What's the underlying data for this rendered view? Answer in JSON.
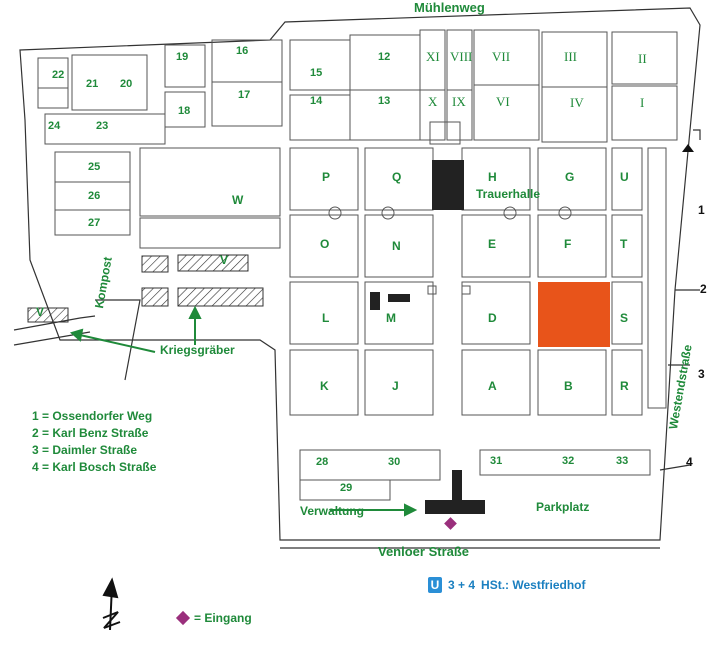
{
  "streets": {
    "north": "Mühlenweg",
    "south": "Venloer Straße",
    "east": "Westendstraße",
    "west_label": "Kompost"
  },
  "buildings": {
    "trauerhalle": "Trauerhalle",
    "verwaltung": "Verwaltung",
    "parkplatz": "Parkplatz",
    "kriegsgraeber": "Kriegsgräber"
  },
  "sections": {
    "roman": [
      "XI",
      "VIII",
      "VII",
      "III",
      "II",
      "X",
      "IX",
      "VI",
      "IV",
      "I"
    ],
    "letters": [
      "P",
      "Q",
      "H",
      "G",
      "U",
      "W",
      "O",
      "N",
      "E",
      "F",
      "T",
      "V",
      "V",
      "L",
      "M",
      "D",
      "S",
      "K",
      "J",
      "A",
      "B",
      "R"
    ],
    "numbers": [
      "22",
      "21",
      "20",
      "19",
      "16",
      "15",
      "17",
      "18",
      "14",
      "12",
      "13",
      "24",
      "23",
      "25",
      "26",
      "27",
      "28",
      "30",
      "29",
      "31",
      "32",
      "33"
    ]
  },
  "entrances": {
    "e1": "1",
    "e2": "2",
    "e3": "3",
    "e4": "4"
  },
  "legend": {
    "items": [
      "1 = Ossendorfer Weg",
      "2 = Karl Benz Straße",
      "3 = Daimler Straße",
      "4 = Karl Bosch Straße"
    ],
    "ubahn_badge": "U",
    "ubahn_lines": "3 + 4",
    "ubahn_stop": "HSt.: Westfriedhof",
    "eingang": "= Eingang"
  },
  "highlight_color": "#e8541a",
  "line_color": "#333333",
  "label_color": "#1f8a3a",
  "entrance_color": "#9a2f7c",
  "compass": "north-arrow-icon"
}
